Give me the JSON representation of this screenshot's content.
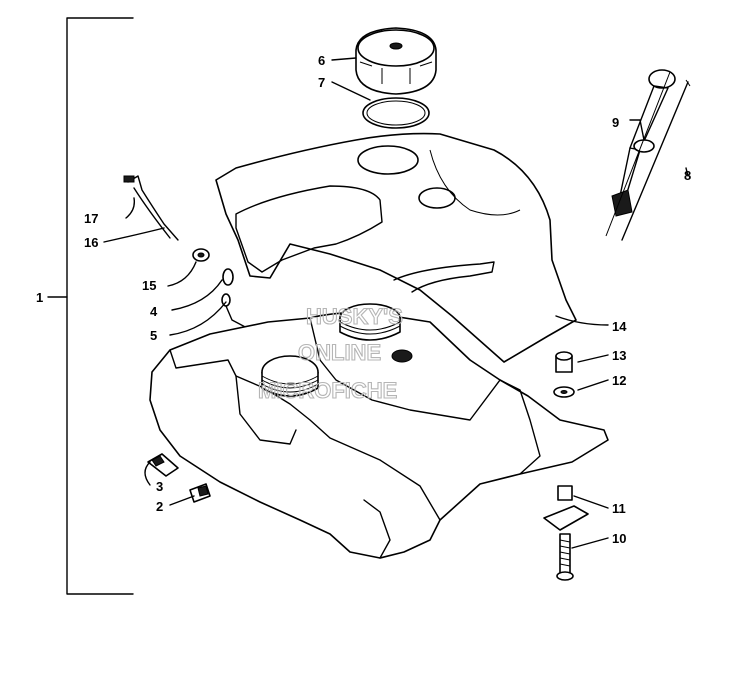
{
  "diagram": {
    "callouts": [
      {
        "id": "c1",
        "label": "1"
      },
      {
        "id": "c2",
        "label": "2"
      },
      {
        "id": "c3",
        "label": "3"
      },
      {
        "id": "c4",
        "label": "4"
      },
      {
        "id": "c5",
        "label": "5"
      },
      {
        "id": "c6",
        "label": "6"
      },
      {
        "id": "c7",
        "label": "7"
      },
      {
        "id": "c8",
        "label": "8"
      },
      {
        "id": "c9",
        "label": "9"
      },
      {
        "id": "c10",
        "label": "10"
      },
      {
        "id": "c11",
        "label": "11"
      },
      {
        "id": "c12",
        "label": "12"
      },
      {
        "id": "c13",
        "label": "13"
      },
      {
        "id": "c14",
        "label": "14"
      },
      {
        "id": "c15",
        "label": "15"
      },
      {
        "id": "c16",
        "label": "16"
      },
      {
        "id": "c17",
        "label": "17"
      }
    ],
    "watermark": {
      "line1": "HUSKY'S",
      "line2": "ONLINE",
      "line3": "MICROFICHE"
    }
  }
}
